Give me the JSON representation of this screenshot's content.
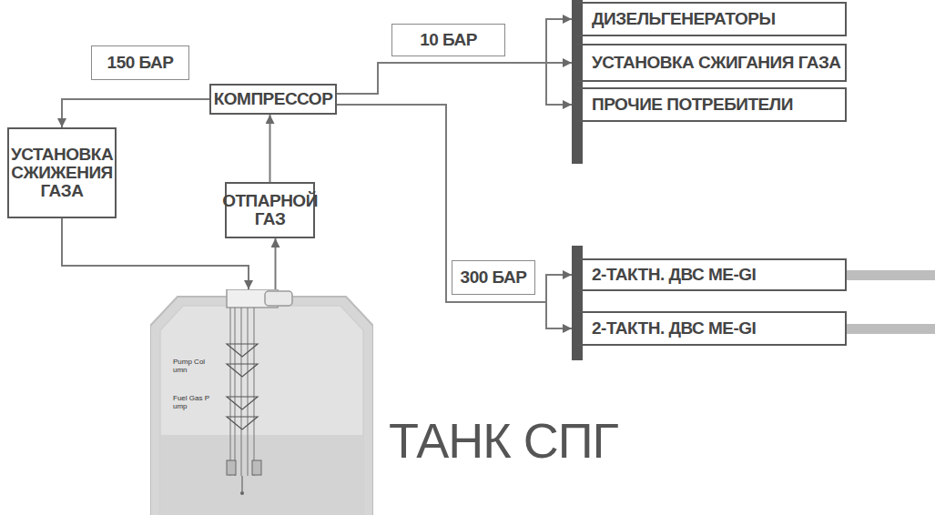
{
  "diagram": {
    "nodes": [
      {
        "text": [
          "КОМПРЕССОР"
        ]
      },
      {
        "text": [
          "УСТАНОВКА СЖИЖЕНИЯ ГАЗА"
        ]
      },
      {
        "text": [
          "ОТПАРНОЙ ГАЗ"
        ]
      },
      {
        "text": [
          "ТАНК СПГ"
        ]
      },
      {
        "text": [
          "ДИЗЕЛЬГЕНЕРАТОРЫ"
        ]
      },
      {
        "text": [
          "УСТАНОВКА СЖИГАНИЯ ГАЗА"
        ]
      },
      {
        "text": [
          "ПРОЧИЕ ПОТРЕБИТЕЛИ"
        ]
      },
      {
        "text": [
          "2-ТАКТН. ДВС ME-GI"
        ]
      },
      {
        "text": [
          "2-ТАКТН. ДВС ME-GI"
        ]
      }
    ],
    "edges": [
      {
        "from": 0,
        "to": 1,
        "arrow": "to",
        "label": "150 БАР"
      },
      {
        "from": 1,
        "to": 3,
        "arrow": "to"
      },
      {
        "from": 3,
        "to": 2,
        "arrow": "to"
      },
      {
        "from": 2,
        "to": 0,
        "arrow": "to"
      },
      {
        "from": 0,
        "to": 4,
        "arrow": "to"
      },
      {
        "from": 0,
        "to": 5,
        "arrow": "to",
        "label": "10 БАР"
      },
      {
        "from": 0,
        "to": 6,
        "arrow": "to"
      },
      {
        "from": 0,
        "to": 7,
        "arrow": "to",
        "label": "300 БАР"
      },
      {
        "from": 0,
        "to": 8,
        "arrow": "to"
      }
    ],
    "labels": [
      "Pump Col umn",
      "Fuel Gas P ump"
    ]
  }
}
